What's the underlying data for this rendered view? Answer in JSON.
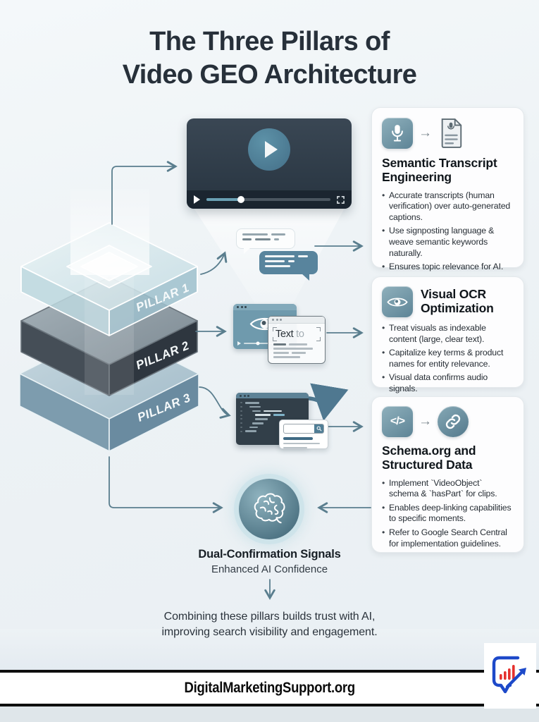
{
  "title": {
    "line1": "The Three Pillars of",
    "line2": "Video GEO Architecture"
  },
  "pillars": [
    {
      "label": "PILLAR 1"
    },
    {
      "label": "PILLAR 2"
    },
    {
      "label": "PILLAR 3"
    }
  ],
  "cards": [
    {
      "title": "Semantic Transcript Engineering",
      "icons": [
        "microphone-icon",
        "arrow-right",
        "transcript-document-icon"
      ],
      "bullets": [
        "Accurate transcripts (human verification) over auto-generated captions.",
        "Use signposting language & weave semantic keywords naturally.",
        "Ensures topic relevance for AI."
      ]
    },
    {
      "title": "Visual OCR Optimization",
      "icons": [
        "eye-icon"
      ],
      "bullets": [
        "Treat visuals as indexable content (large, clear text).",
        "Capitalize key terms & product names for entity relevance.",
        "Visual data confirms audio signals."
      ]
    },
    {
      "title": "Schema.org and Structured Data",
      "icons": [
        "code-icon",
        "arrow-right",
        "link-icon"
      ],
      "bullets": [
        "Implement `VideoObject` schema & `hasPart` for clips.",
        "Enables deep-linking capabilities to specific moments.",
        "Refer to Google Search Central for implementation guidelines."
      ]
    }
  ],
  "glyphs": {
    "arrow_right": "→",
    "code": "</>"
  },
  "ocr_window": {
    "highlight": "Text",
    "muted": "to"
  },
  "convergence": {
    "title": "Dual-Confirmation Signals",
    "subtitle": "Enhanced AI Confidence"
  },
  "conclusion": {
    "line1": "Combining these pillars builds trust with AI,",
    "line2": "improving search visibility and engagement."
  },
  "footer": {
    "site": "DigitalMarketingSupport.org"
  },
  "colors": {
    "accent_teal": "#5d87a0",
    "dark_slate": "#2e3b47",
    "arrow": "#5a7e8e",
    "logo_blue": "#1d49c9",
    "logo_red": "#e5312e"
  }
}
